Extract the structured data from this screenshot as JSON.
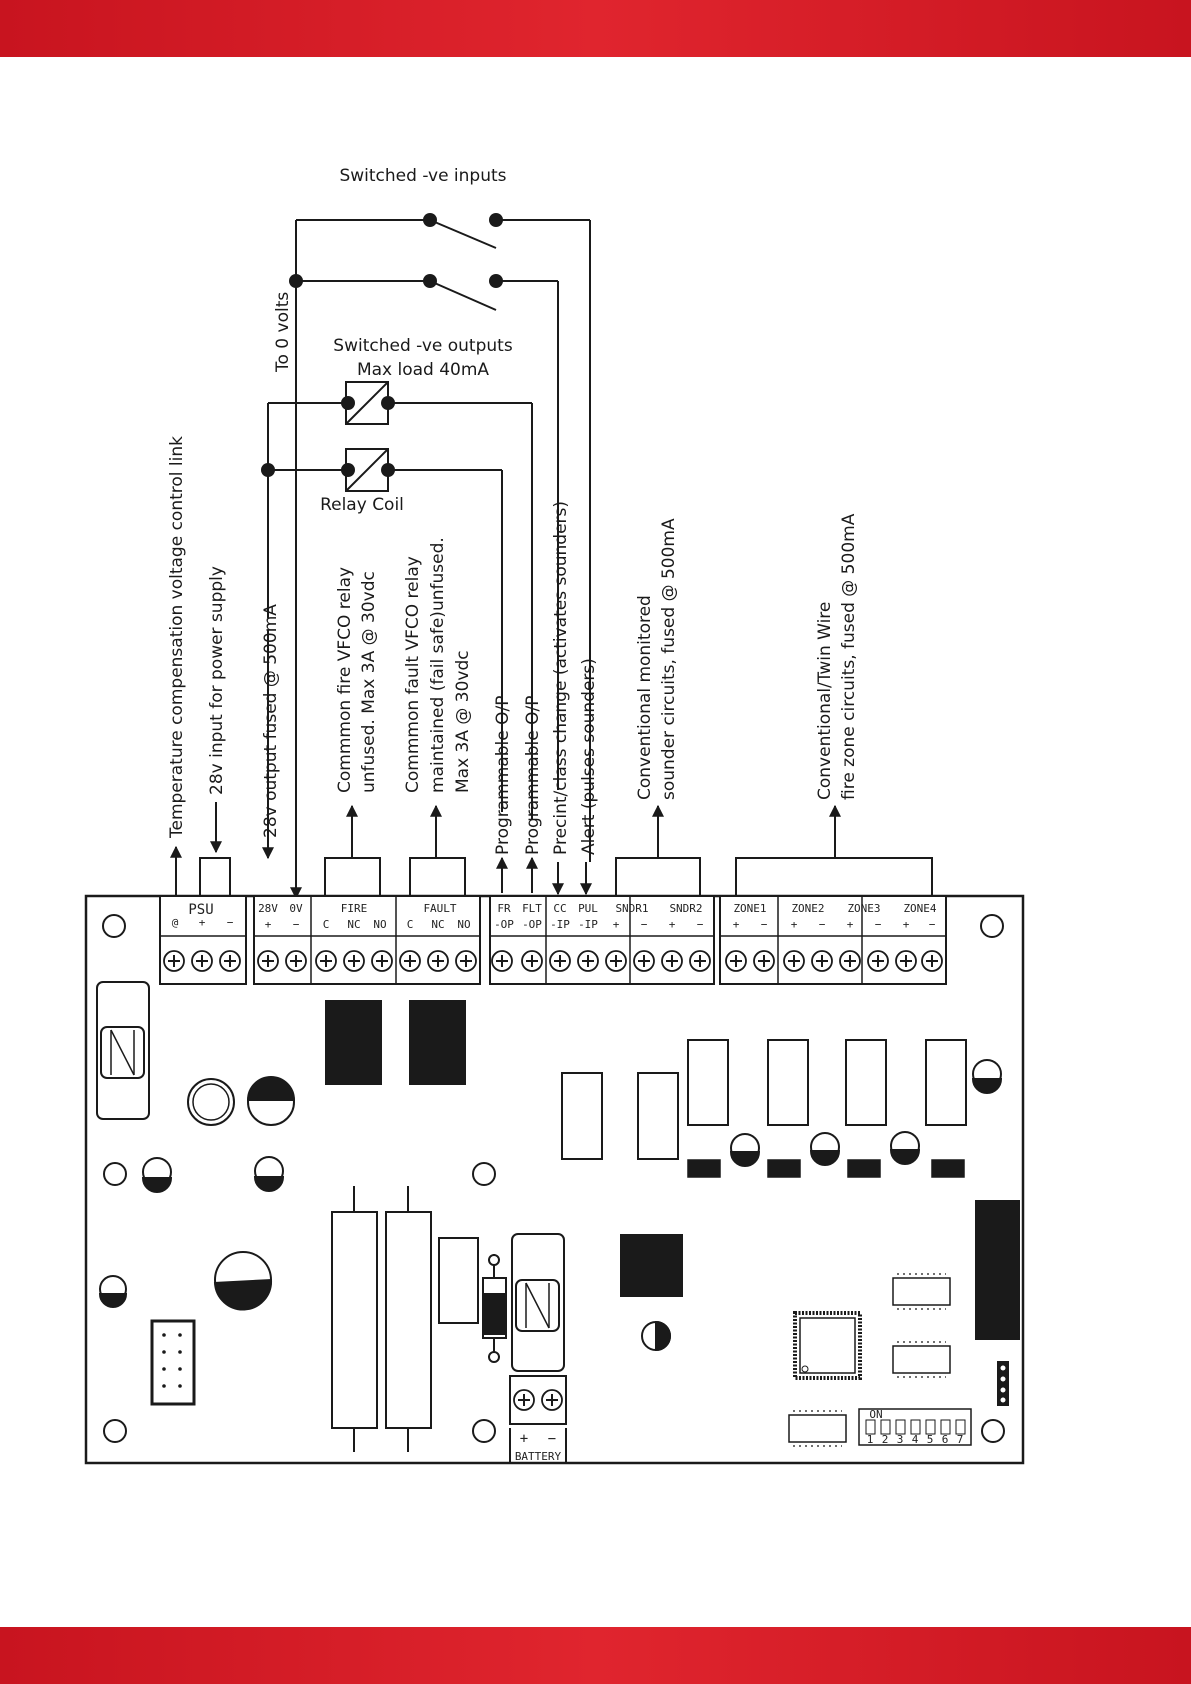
{
  "page": {
    "accent_color": "#c8141f",
    "accent_color_light": "#e0252e"
  },
  "labels": {
    "switched_inputs": "Switched -ve inputs",
    "to_0_volts": "To 0 volts",
    "switched_outputs": "Switched -ve outputs",
    "max_load": "Max load 40mA",
    "relay_coil": "Relay Coil"
  },
  "callouts": {
    "temp_link": "Temperature compensation voltage control link",
    "psu_input": "28v input for power supply",
    "output_fused": "28v output fused @ 500mA",
    "fire_relay_1": "Commmon fire VFCO relay",
    "fire_relay_2": "unfused. Max 3A @ 30vdc",
    "fault_relay_1": "Commmon fault VFCO relay",
    "fault_relay_2": "maintained (fail safe)unfused.",
    "fault_relay_3": "Max 3A @ 30vdc",
    "prog_op_1": "Programmable O/P",
    "prog_op_2": "Programmable O/P",
    "class_change": "Precint/class change (activates sounders)",
    "alert": "Alert (pulses sounders)",
    "sounder_1": "Conventional monitored",
    "sounder_2": "sounder circuits, fused @ 500mA",
    "zone_1": "Conventional/Twin Wire",
    "zone_2": "fire zone circuits, fused @ 500mA"
  },
  "terminals": {
    "psu": "PSU",
    "link_symbol": "@",
    "plus": "+",
    "minus": "−",
    "v28": "28V",
    "v0": "0V",
    "fire": "FIRE",
    "fault": "FAULT",
    "c": "C",
    "nc": "NC",
    "no": "NO",
    "fr": "FR",
    "flt": "FLT",
    "cc": "CC",
    "pul": "PUL",
    "op": "-OP",
    "ip": "-IP",
    "sndr1": "SNDR1",
    "sndr2": "SNDR2",
    "zone1": "ZONE1",
    "zone2": "ZONE2",
    "zone3": "ZONE3",
    "zone4": "ZONE4",
    "battery": "BATTERY",
    "dip_on": "ON",
    "dip_numbers": [
      "1",
      "2",
      "3",
      "4",
      "5",
      "6",
      "7"
    ]
  }
}
